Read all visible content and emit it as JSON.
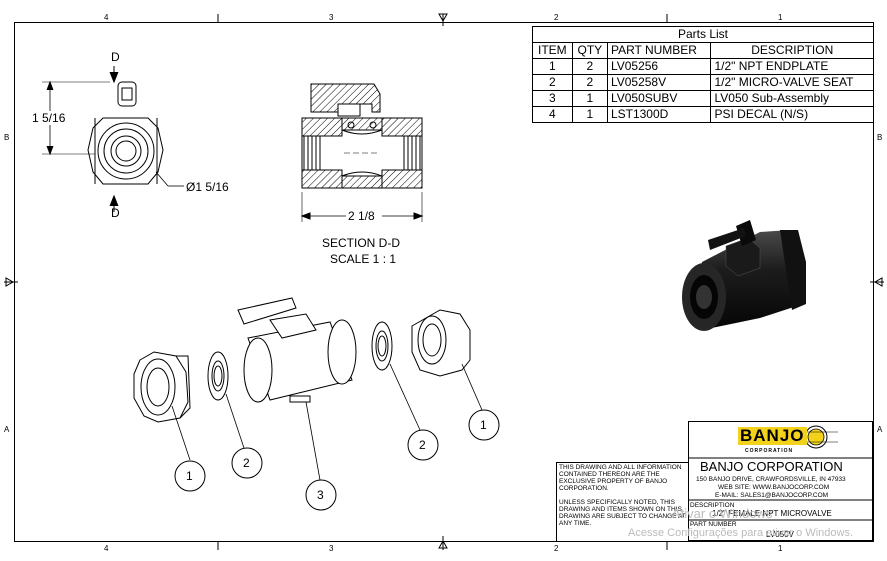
{
  "zones": {
    "top": [
      "4",
      "3",
      "2",
      "1"
    ],
    "bottom": [
      "4",
      "3",
      "2",
      "1"
    ],
    "left": [
      "B",
      "A"
    ],
    "right": [
      "B",
      "A"
    ]
  },
  "front_view": {
    "section_mark": "D",
    "height_dim": "1 5/16",
    "diameter_dim": "Ø1 5/16"
  },
  "section_view": {
    "length_dim": "2 1/8",
    "title": "SECTION D-D",
    "scale": "SCALE 1 : 1"
  },
  "parts_list": {
    "title": "Parts List",
    "headers": [
      "ITEM",
      "QTY",
      "PART NUMBER",
      "DESCRIPTION"
    ],
    "rows": [
      [
        "1",
        "2",
        "LV05256",
        "1/2\" NPT ENDPLATE"
      ],
      [
        "2",
        "2",
        "LV05258V",
        "1/2\" MICRO-VALVE SEAT"
      ],
      [
        "3",
        "1",
        "LV050SUBV",
        "LV050 Sub-Assembly"
      ],
      [
        "4",
        "1",
        "LST1300D",
        "PSI DECAL (N/S)"
      ]
    ]
  },
  "balloons": [
    "1",
    "2",
    "3",
    "2",
    "1"
  ],
  "title_block": {
    "logo_text": "BANJO",
    "logo_sub": "CORPORATION",
    "company": "BANJO CORPORATION",
    "address": "150 BANJO DRIVE, CRAWFORDSVILLE, IN 47933",
    "website": "WEB SITE: WWW.BANJOCORP.COM",
    "email": "E-MAIL: SALES1@BANJOCORP.COM",
    "description_label": "DESCRIPTION",
    "description": "1/2\" FEMALE NPT MICROVALVE",
    "part_number_label": "PART NUMBER",
    "part_number": "LV050V",
    "note1": "THIS DRAWING AND ALL INFORMATION CONTAINED THEREON ARE THE EXCLUSIVE PROPERTY OF BANJO CORPORATION.",
    "note2": "UNLESS SPECIFICALLY NOTED, THIS DRAWING AND ITEMS SHOWN ON THIS DRAWING ARE SUBJECT TO CHANGE AT ANY TIME."
  },
  "watermark": {
    "line1": "Ativar o Windows",
    "line2": "Acesse Configurações para ativar o Windows."
  },
  "colors": {
    "logo_yellow": "#f2d21b",
    "line": "#000000",
    "hatch": "#000000"
  }
}
